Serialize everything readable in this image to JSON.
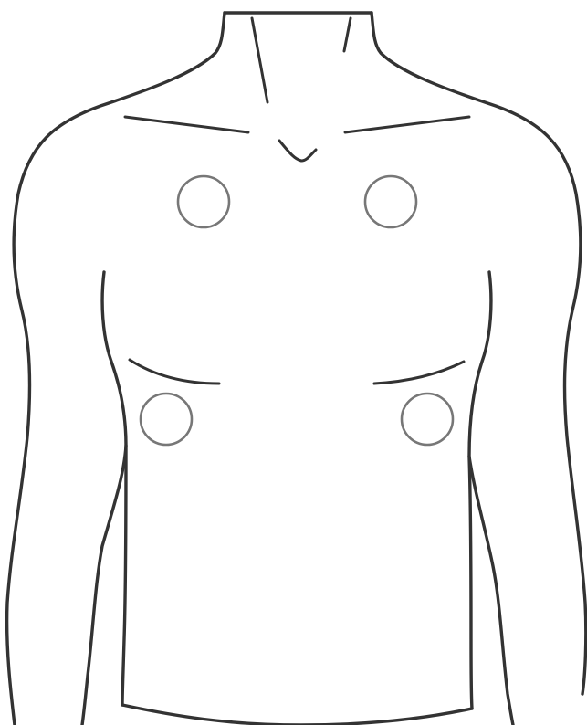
{
  "colors": {
    "background": "#ffffff",
    "outline": "#333333",
    "electrode_ring": "#777777"
  },
  "electrodes": [
    {
      "id": "right-upper-chest"
    },
    {
      "id": "left-upper-chest"
    },
    {
      "id": "right-lower-abdomen"
    },
    {
      "id": "left-lower-abdomen"
    }
  ]
}
